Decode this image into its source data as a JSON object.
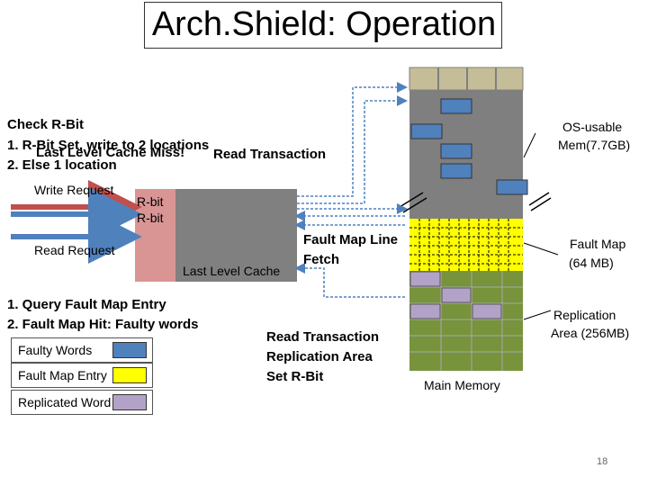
{
  "title": "Arch.Shield: Operation",
  "steps": {
    "check": "Check R-Bit",
    "step1": "1.  R-Bit Set, write to 2 locations",
    "step2": "2.  Else 1 location",
    "llc_miss": "Last Level Cache Miss!",
    "read_tx": "Read Transaction"
  },
  "requests": {
    "write": "Write Request",
    "read": "Read Request"
  },
  "cache": {
    "rbit1": "R-bit",
    "rbit2": "R-bit",
    "label": "Last Level Cache"
  },
  "fault_map_fetch": {
    "line1": "Fault Map Line",
    "line2": "Fetch"
  },
  "query": {
    "line1": "1. Query Fault Map Entry",
    "line2": "2. Fault Map Hit: Faulty words"
  },
  "replication_tx": {
    "line1": "Read Transaction",
    "line2": "Replication Area",
    "line3": "Set R-Bit"
  },
  "memory": {
    "label": "Main Memory",
    "os_usable": {
      "line1": "OS-usable",
      "line2": "Mem(7.7GB)"
    },
    "fault_map": {
      "line1": "Fault Map",
      "line2": "(64 MB)"
    },
    "replication": {
      "line1": "Replication",
      "line2": "Area (256MB)"
    }
  },
  "legend": {
    "faulty_words": "Faulty Words",
    "fault_map_entry": "Fault Map Entry",
    "replicated_word": "Replicated Word"
  },
  "colors": {
    "os_area": "#7f7f7f",
    "faulty_word": "#4f81bd",
    "fault_map": "#ffff00",
    "replication": "#77933c",
    "replicated_word": "#b3a2c7",
    "cache": "#d99594",
    "cache_band": "#808080",
    "top_strip": "#c4bd97",
    "arrow_read": "#c0504d",
    "arrow_write": "#4f81bd"
  },
  "page_number": "18"
}
